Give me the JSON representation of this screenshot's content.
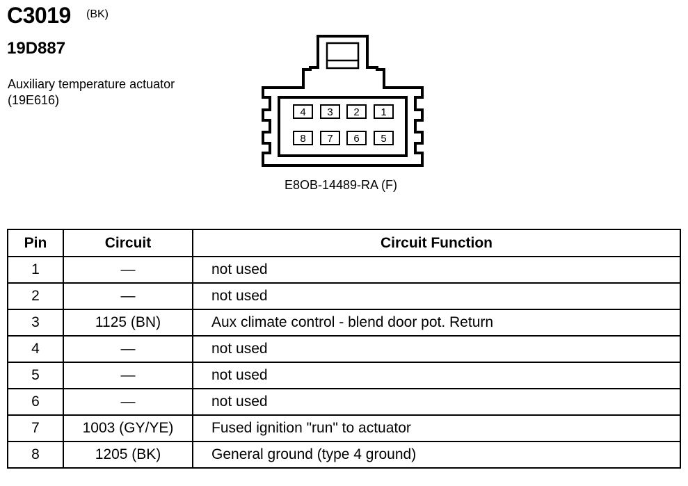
{
  "connector": {
    "id": "C3019",
    "color": "(BK)",
    "harness": "19D887",
    "component_name": "Auxiliary temperature actuator",
    "component_part": "(19E616)",
    "part_number": "E8OB-14489-RA (F)",
    "diagram_pins": [
      "4",
      "3",
      "2",
      "1",
      "8",
      "7",
      "6",
      "5"
    ]
  },
  "table": {
    "headers": [
      "Pin",
      "Circuit",
      "Circuit Function"
    ],
    "rows": [
      {
        "pin": "1",
        "circuit": "—",
        "function": "not used"
      },
      {
        "pin": "2",
        "circuit": "—",
        "function": "not used"
      },
      {
        "pin": "3",
        "circuit": "1125 (BN)",
        "function": "Aux climate control - blend door pot.  Return"
      },
      {
        "pin": "4",
        "circuit": "—",
        "function": "not used"
      },
      {
        "pin": "5",
        "circuit": "—",
        "function": "not used"
      },
      {
        "pin": "6",
        "circuit": "—",
        "function": "not used"
      },
      {
        "pin": "7",
        "circuit": "1003 (GY/YE)",
        "function": "Fused ignition \"run\" to actuator"
      },
      {
        "pin": "8",
        "circuit": "1205 (BK)",
        "function": "General ground (type 4 ground)"
      }
    ]
  }
}
